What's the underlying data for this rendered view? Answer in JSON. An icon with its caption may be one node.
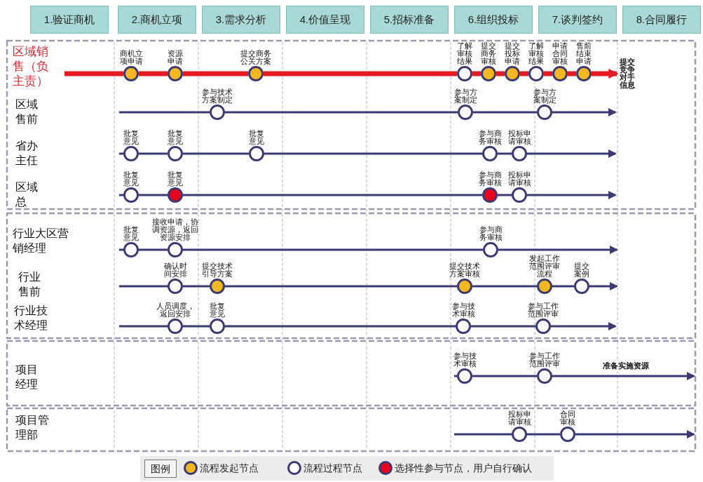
{
  "diagram": {
    "nodes": [
      {
        "text": [
          "1.验证商机"
        ]
      },
      {
        "text": [
          "2.商机立项"
        ]
      },
      {
        "text": [
          "3.需求分析"
        ]
      },
      {
        "text": [
          "4.价值呈现"
        ]
      },
      {
        "text": [
          "5.招标准备"
        ]
      },
      {
        "text": [
          "6.组织投标"
        ]
      },
      {
        "text": [
          "7.谈判签约"
        ]
      },
      {
        "text": [
          "8.合同履行"
        ]
      },
      {
        "text": [
          "商机立项申请"
        ]
      },
      {
        "text": [
          "资源申请"
        ]
      },
      {
        "text": [
          "提交商务公关方案"
        ]
      },
      {
        "text": [
          "了解审核结果"
        ]
      },
      {
        "text": [
          "提交商务审核"
        ]
      },
      {
        "text": [
          "提交投标申请"
        ]
      },
      {
        "text": [
          "了解审核结果"
        ]
      },
      {
        "text": [
          "申请合同审核"
        ]
      },
      {
        "text": [
          "售前结束申请"
        ]
      },
      {
        "text": [
          "参与技术方案制定"
        ]
      },
      {
        "text": [
          "参与方案制定"
        ]
      },
      {
        "text": [
          "参与方案制定"
        ]
      },
      {
        "text": [
          "批复意见"
        ]
      },
      {
        "text": [
          "批复意见"
        ]
      },
      {
        "text": [
          "批复意见"
        ]
      },
      {
        "text": [
          "参与商务审核"
        ]
      },
      {
        "text": [
          "投标申请审核"
        ]
      },
      {
        "text": [
          "批复意见"
        ]
      },
      {
        "text": [
          "批复意见"
        ]
      },
      {
        "text": [
          "参与商务审核"
        ]
      },
      {
        "text": [
          "投标申请审核"
        ]
      },
      {
        "text": [
          "批复意见"
        ]
      },
      {
        "text": [
          "接收申请，协调资源，返回资源安排"
        ]
      },
      {
        "text": [
          "参与商务审核"
        ]
      },
      {
        "text": [
          "确认时间安排"
        ]
      },
      {
        "text": [
          "提交技术引导方案"
        ]
      },
      {
        "text": [
          "提交技术方案审核"
        ]
      },
      {
        "text": [
          "发起工作范围评审流程"
        ]
      },
      {
        "text": [
          "提交案例"
        ]
      },
      {
        "text": [
          "人员调度，返回安排"
        ]
      },
      {
        "text": [
          "批复意见"
        ]
      },
      {
        "text": [
          "参与技术审核"
        ]
      },
      {
        "text": [
          "参与工作范围评审"
        ]
      },
      {
        "text": [
          "参与技术审核"
        ]
      },
      {
        "text": [
          "参与工作范围评审"
        ]
      },
      {
        "text": [
          "投标申请审核"
        ]
      },
      {
        "text": [
          "合同审核"
        ]
      }
    ],
    "edges": [
      {
        "from": null,
        "to": 8,
        "arrow": "none",
        "style": "thick",
        "color": "#e31b23"
      },
      {
        "from": 8,
        "to": 9,
        "arrow": "none",
        "style": "thick",
        "color": "#e31b23"
      },
      {
        "from": 9,
        "to": 10,
        "arrow": "none",
        "style": "thick",
        "color": "#e31b23"
      },
      {
        "from": 10,
        "to": 11,
        "arrow": "none",
        "style": "thick",
        "color": "#e31b23"
      },
      {
        "from": 11,
        "to": 12,
        "arrow": "none",
        "style": "thick",
        "color": "#e31b23"
      },
      {
        "from": 12,
        "to": 13,
        "arrow": "none",
        "style": "thick",
        "color": "#e31b23"
      },
      {
        "from": 13,
        "to": 14,
        "arrow": "none",
        "style": "thick",
        "color": "#e31b23"
      },
      {
        "from": 14,
        "to": 15,
        "arrow": "none",
        "style": "thick",
        "color": "#e31b23"
      },
      {
        "from": 15,
        "to": 16,
        "arrow": "none",
        "style": "thick",
        "color": "#e31b23"
      },
      {
        "from": 16,
        "to": null,
        "arrow": "to",
        "label": "提交竞争对手信息",
        "style": "thick",
        "color": "#e31b23"
      },
      {
        "from": null,
        "to": 17,
        "arrow": "none"
      },
      {
        "from": 17,
        "to": 18,
        "arrow": "none"
      },
      {
        "from": 18,
        "to": 19,
        "arrow": "none"
      },
      {
        "from": 19,
        "to": null,
        "arrow": "to"
      },
      {
        "from": null,
        "to": 20,
        "arrow": "none"
      },
      {
        "from": 20,
        "to": 21,
        "arrow": "none"
      },
      {
        "from": 21,
        "to": 22,
        "arrow": "none"
      },
      {
        "from": 22,
        "to": 23,
        "arrow": "none"
      },
      {
        "from": 23,
        "to": 24,
        "arrow": "none"
      },
      {
        "from": 24,
        "to": null,
        "arrow": "to"
      },
      {
        "from": null,
        "to": 25,
        "arrow": "none"
      },
      {
        "from": 25,
        "to": 26,
        "arrow": "none"
      },
      {
        "from": 26,
        "to": 27,
        "arrow": "none"
      },
      {
        "from": 27,
        "to": 28,
        "arrow": "none"
      },
      {
        "from": 28,
        "to": null,
        "arrow": "to"
      },
      {
        "from": null,
        "to": 29,
        "arrow": "none"
      },
      {
        "from": 29,
        "to": 30,
        "arrow": "none"
      },
      {
        "from": 30,
        "to": 31,
        "arrow": "none"
      },
      {
        "from": 31,
        "to": null,
        "arrow": "to"
      },
      {
        "from": null,
        "to": 32,
        "arrow": "none"
      },
      {
        "from": 32,
        "to": 33,
        "arrow": "none"
      },
      {
        "from": 33,
        "to": 34,
        "arrow": "none"
      },
      {
        "from": 34,
        "to": 35,
        "arrow": "none"
      },
      {
        "from": 35,
        "to": 36,
        "arrow": "none"
      },
      {
        "from": 36,
        "to": null,
        "arrow": "to"
      },
      {
        "from": null,
        "to": 37,
        "arrow": "none"
      },
      {
        "from": 37,
        "to": 38,
        "arrow": "none"
      },
      {
        "from": 38,
        "to": 39,
        "arrow": "none"
      },
      {
        "from": 39,
        "to": 40,
        "arrow": "none"
      },
      {
        "from": 40,
        "to": null,
        "arrow": "to"
      },
      {
        "from": null,
        "to": 41,
        "arrow": "none"
      },
      {
        "from": 41,
        "to": 42,
        "arrow": "none"
      },
      {
        "from": 42,
        "to": null,
        "arrow": "to",
        "label": "准备实施资源"
      },
      {
        "from": null,
        "to": 43,
        "arrow": "none"
      },
      {
        "from": 43,
        "to": 44,
        "arrow": "none"
      },
      {
        "from": 44,
        "to": null,
        "arrow": "to"
      }
    ],
    "labels": [
      "区域销售（负主责）",
      "区域售前",
      "省办主任",
      "区域总",
      "行业大区营销经理",
      "行业售前",
      "行业技术经理",
      "项目经理",
      "项目管理部",
      "图例"
    ],
    "legend": [
      {
        "text": "流程发起节点",
        "color": "#f5b820"
      },
      {
        "text": "流程过程节点",
        "color": "#ffffff"
      },
      {
        "text": "选择性参与节点，用户自行确认",
        "color": "#e8001c"
      }
    ]
  }
}
